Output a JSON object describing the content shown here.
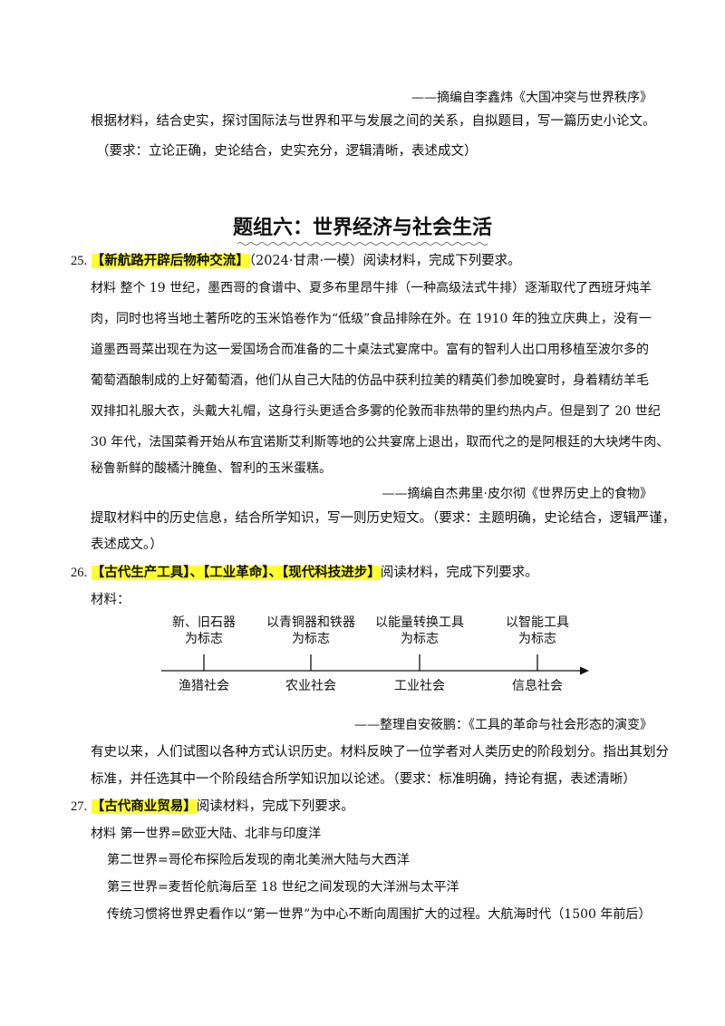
{
  "lines": {
    "src1": "——摘编自李鑫炜《大国冲突与世界秩序》",
    "task1": "根据材料，结合史实，探讨国际法与世界和平与发展之间的关系，自拟题目，写一篇历史小论文。",
    "req1": "（要求：立论正确，史论结合，史实充分，逻辑清晰，表述成文）"
  },
  "section_title": "题组六：世界经济与社会生活",
  "q25": {
    "num": "25.",
    "tag": "【新航路开辟后物种交流】",
    "rest": "（2024·甘肃·一模）阅读材料，完成下列要求。",
    "m1": "材料  整个 19 世纪，墨西哥的食谱中、夏多布里昂牛排（一种高级法式牛排）逐渐取代了西班牙炖羊",
    "m2": "肉，同时也将当地土著所吃的玉米馅卷作为“低级”食品排除在外。在 1910 年的独立庆典上，没有一",
    "m3": "道墨西哥菜出现在为这一爱国场合而准备的二十桌法式宴席中。富有的智利人出口用移植至波尔多的",
    "m4": "葡萄酒酿制成的上好葡萄酒，他们从自己大陆的仿品中获利拉美的精英们参加晚宴时，身着精纺羊毛",
    "m5": "双排扣礼服大衣，头戴大礼帽，这身行头更适合多雾的伦敦而非热带的里约热内卢。但是到了 20 世纪",
    "m6": "30 年代，法国菜肴开始从布宜诺斯艾利斯等地的公共宴席上退出，取而代之的是阿根廷的大块烤牛肉、",
    "m7": "秘鲁新鲜的酸橘汁腌鱼、智利的玉米蛋糕。",
    "src": "——摘编自杰弗里·皮尔彻《世界历史上的食物》",
    "t1": "提取材料中的历史信息，结合所学知识，写一则历史短文。（要求：主题明确，史论结合，逻辑严谨，",
    "t2": "表述成文。）"
  },
  "q26": {
    "num": "26.",
    "tag": "【古代生产工具】、【工业革命】、【现代科技进步】",
    "rest": "阅读材料，完成下列要求。",
    "material": "材料：",
    "timeline": {
      "top": [
        [
          "新、旧石器",
          "为标志"
        ],
        [
          "以青铜器和铁器",
          "为标志"
        ],
        [
          "以能量转换工具",
          "为标志"
        ],
        [
          "以智能工具",
          "为标志"
        ]
      ],
      "bottom": [
        "渔猎社会",
        "农业社会",
        "工业社会",
        "信息社会"
      ]
    },
    "src": "——整理自安筱鹏：《工具的革命与社会形态的演变》",
    "t1": "有史以来，人们试图以各种方式认识历史。材料反映了一位学者对人类历史的阶段划分。指出其划分",
    "t2": "标准，并任选其中一个阶段结合所学知识加以论述。（要求：标准明确，持论有据，表述清晰）"
  },
  "q27": {
    "num": "27.",
    "tag": "【古代商业贸易】",
    "rest": "阅读材料，完成下列要求。",
    "m1": "材料    第一世界=欧亚大陆、北非与印度洋",
    "m2": "第二世界=哥伦布探险后发现的南北美洲大陆与大西洋",
    "m3": "第三世界=麦哲伦航海后至 18 世纪之间发现的大洋洲与太平洋",
    "m4": "传统习惯将世界史看作以“第一世界”为中心不断向周围扩大的过程。大航海时代（1500 年前后）"
  },
  "colors": {
    "highlight": "#ffff2e"
  }
}
